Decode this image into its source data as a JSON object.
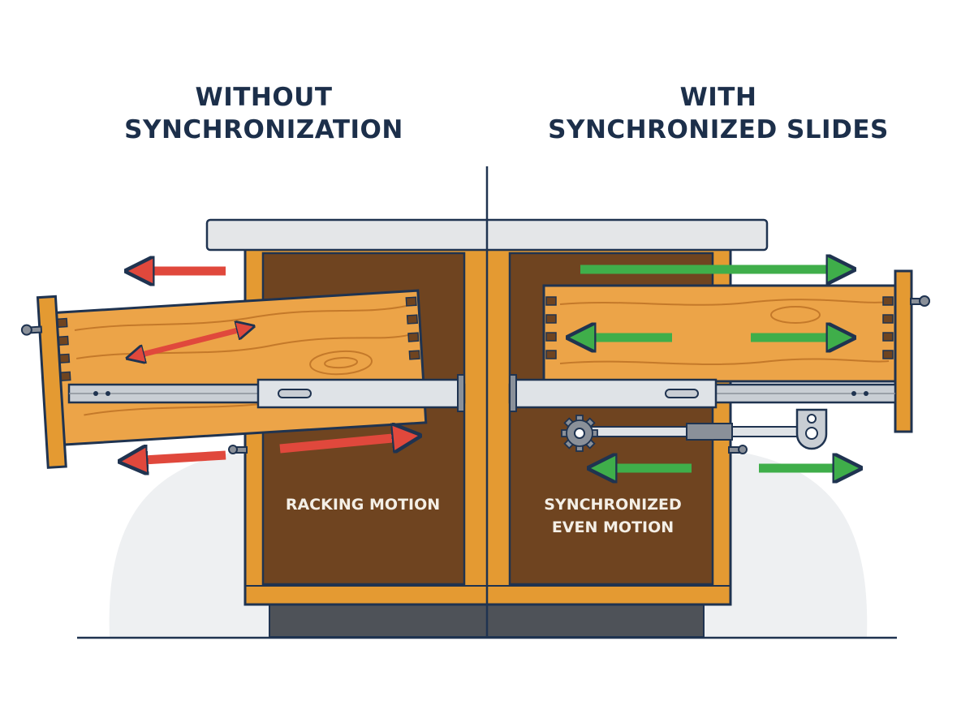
{
  "left_panel": {
    "title_line1": "WITHOUT",
    "title_line2": "SYNCHRONIZATION",
    "motion_label": "RACKING MOTION"
  },
  "right_panel": {
    "title_line1": "WITH",
    "title_line2": "SYNCHRONIZED SLIDES",
    "motion_label_line1": "SYNCHRONIZED",
    "motion_label_line2": "EVEN MOTION"
  },
  "colors": {
    "title": "#1c2f4a",
    "outline": "#1f3350",
    "cabinet_frame": "#e49a32",
    "cabinet_interior": "#6f4420",
    "drawer_wood": "#eca448",
    "countertop": "#e4e6e8",
    "base": "#4e5258",
    "rail": "#c9ced4",
    "racking_arrow": "#e0483c",
    "sync_arrow": "#3fae4a",
    "label_text": "#f4efe6"
  },
  "icons": [
    "gear-icon",
    "handle-icon",
    "arrow-left",
    "arrow-right",
    "arrow-double"
  ]
}
